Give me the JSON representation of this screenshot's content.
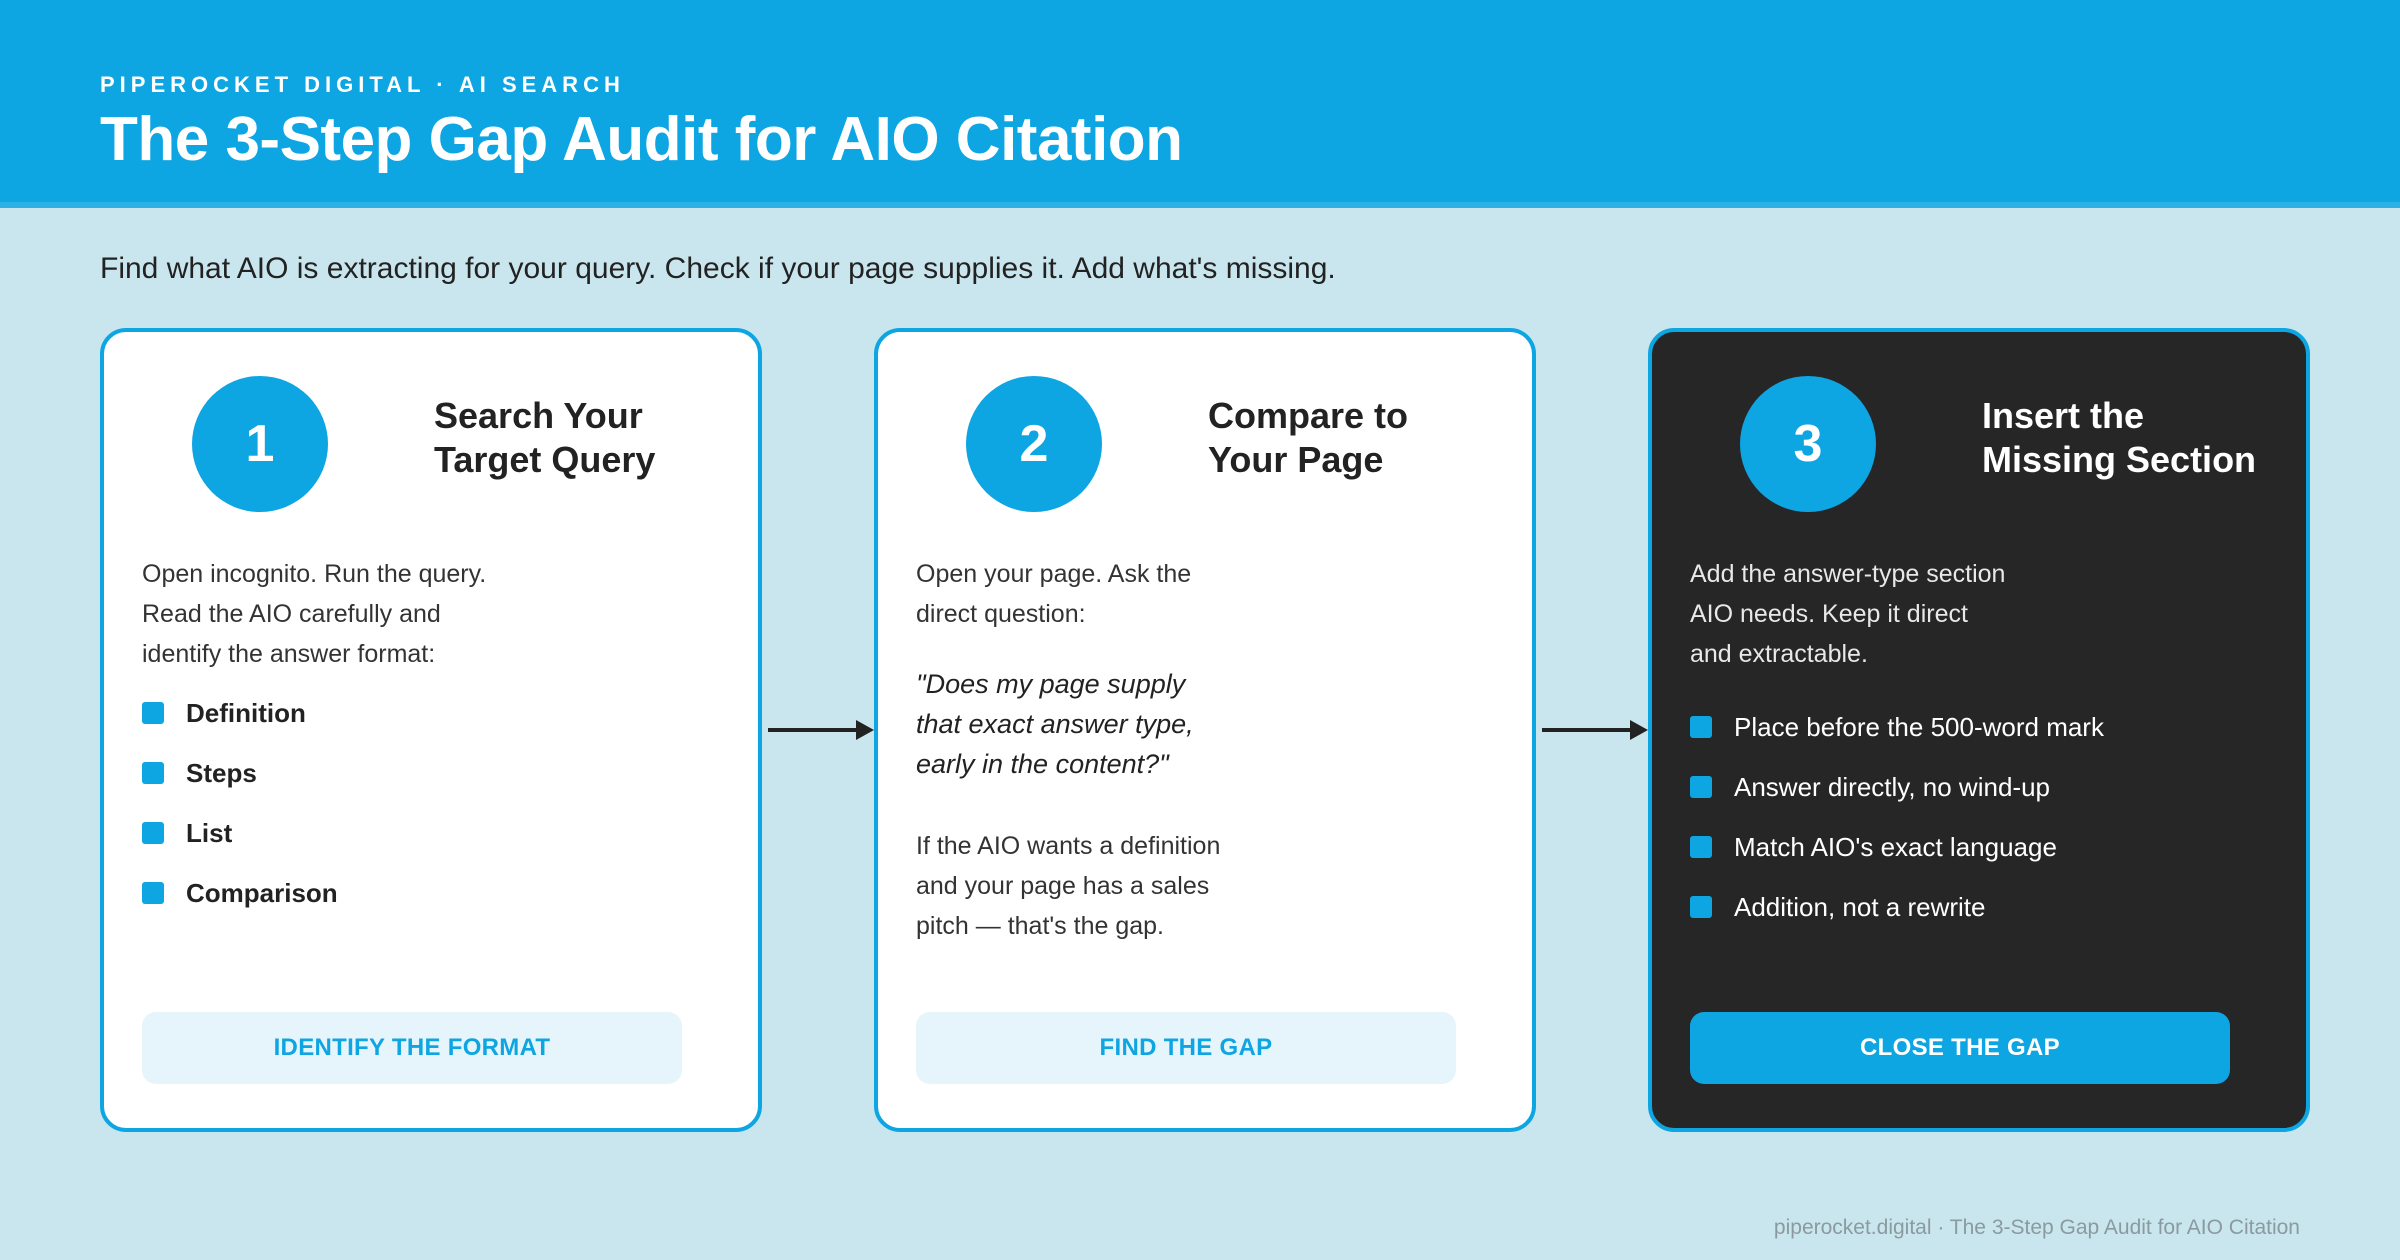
{
  "header": {
    "eyebrow": "PIPEROCKET DIGITAL · AI SEARCH",
    "title": "The 3-Step Gap Audit for AIO Citation",
    "background_color": "#0ea5e3"
  },
  "subtitle": "Find what AIO is extracting for your query. Check if your page supplies it. Add what's missing.",
  "steps": [
    {
      "number": "1",
      "title_lines": [
        "Search Your",
        "Target Query"
      ],
      "description_lines": [
        "Open incognito. Run the query.",
        "Read the AIO carefully and",
        "identify the answer format:"
      ],
      "items": [
        "Definition",
        "Steps",
        "List",
        "Comparison"
      ],
      "button_label": "IDENTIFY THE FORMAT"
    },
    {
      "number": "2",
      "title_lines": [
        "Compare to",
        "Your Page"
      ],
      "description_lines": [
        "Open your page. Ask the",
        "direct question:"
      ],
      "quote_lines": [
        "\"Does my page supply",
        "that exact answer type,",
        "early in the content?\""
      ],
      "note_lines": [
        "If the AIO wants a definition",
        "and your page has a sales",
        "pitch — that's the gap."
      ],
      "button_label": "FIND THE GAP"
    },
    {
      "number": "3",
      "title_lines": [
        "Insert the",
        "Missing Section"
      ],
      "description_lines": [
        "Add the answer-type section",
        "AIO needs. Keep it direct",
        "and extractable."
      ],
      "items": [
        "Place before the 500-word mark",
        "Answer directly, no wind-up",
        "Match AIO's exact language",
        "Addition, not a rewrite"
      ],
      "button_label": "CLOSE THE GAP"
    }
  ],
  "colors": {
    "accent": "#0ea5e3",
    "page_background": "#c9e6ee",
    "dark_card": "#262626"
  },
  "footer": "piperocket.digital · The 3-Step Gap Audit for AIO Citation"
}
